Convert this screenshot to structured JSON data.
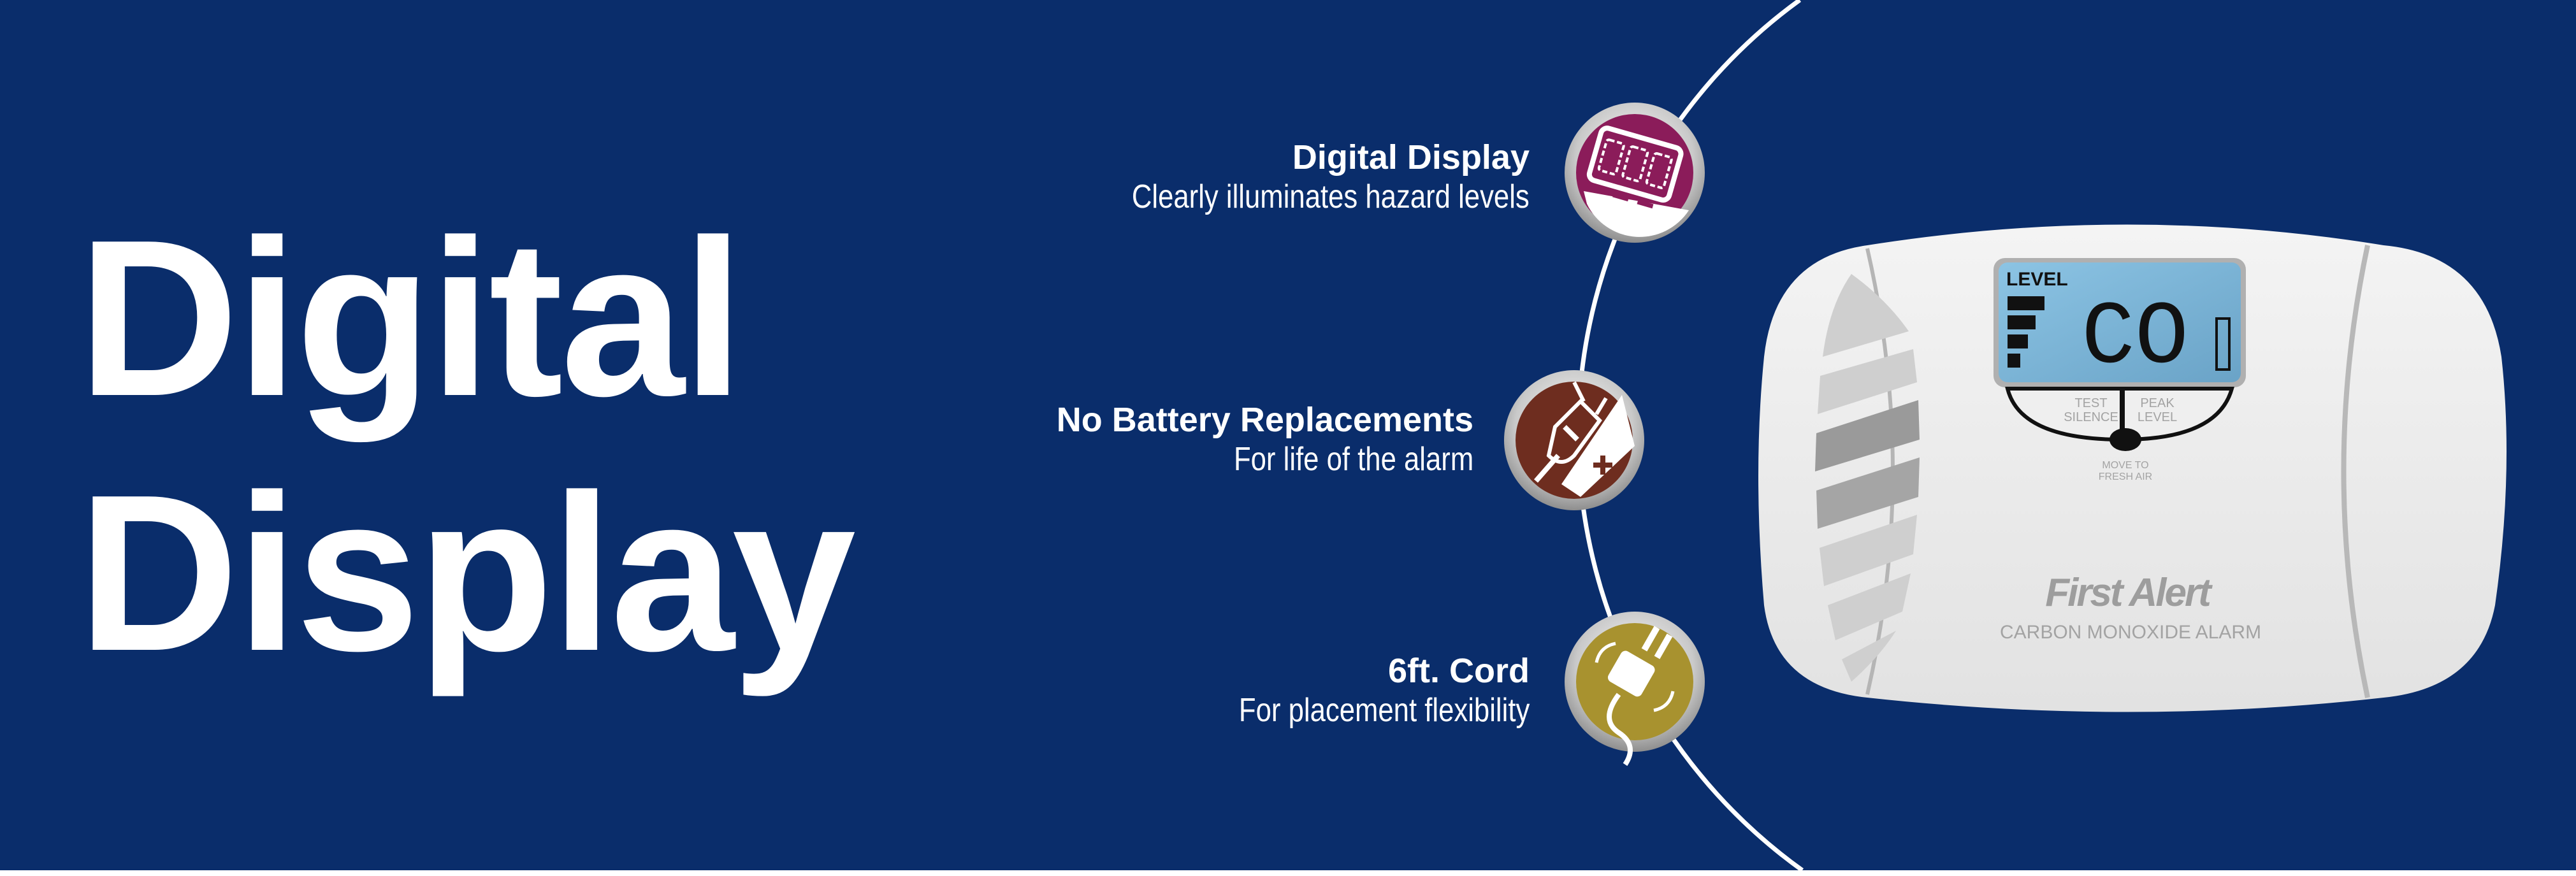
{
  "headline": {
    "line1": "Digital",
    "line2": "Display"
  },
  "features": [
    {
      "title": "Digital Display",
      "subtitle": "Clearly illuminates hazard levels",
      "icon": "digital-display-icon",
      "color": "#8b1c5a"
    },
    {
      "title": "No Battery Replacements",
      "subtitle": "For life of the alarm",
      "icon": "plug-battery-icon",
      "color": "#6e2d1f"
    },
    {
      "title": "6ft. Cord",
      "subtitle": "For placement flexibility",
      "icon": "power-cord-icon",
      "color": "#a8922f"
    }
  ],
  "device": {
    "lcd_label": "LEVEL",
    "lcd_reading": "CO",
    "button_left": {
      "line1": "TEST",
      "line2": "SILENCE"
    },
    "button_right": {
      "line1": "PEAK",
      "line2": "LEVEL"
    },
    "instruction": {
      "line1": "MOVE TO",
      "line2": "FRESH AIR"
    },
    "brand": "First Alert",
    "model": "CARBON MONOXIDE ALARM"
  },
  "colors": {
    "background": "#0a2d6b",
    "lcd": "#7fb4d6"
  }
}
